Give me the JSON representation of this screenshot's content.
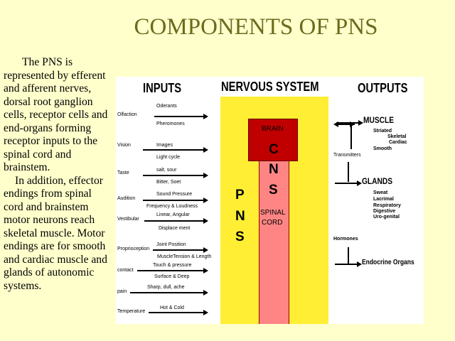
{
  "title": "COMPONENTS OF PNS",
  "body_paragraphs": [
    "The PNS is represented by efferent and afferent nerves, dorsal root ganglion cells, receptor cells and end-organs forming receptor inputs to the spinal cord and brainstem.",
    "In addition, effector endings from spinal cord and brainstem motor neurons reach skeletal muscle. Motor endings are for smooth and cardiac muscle and glands of autonomic systems."
  ],
  "diagram": {
    "inputs_heading": "INPUTS",
    "nervous_heading": "NERVOUS SYSTEM",
    "outputs_heading": "OUTPUTS",
    "brain_label": "BRAIN",
    "spinal_label_1": "SPINAL",
    "spinal_label_2": "CORD",
    "cns_letters": [
      "C",
      "N",
      "S"
    ],
    "pns_letters": [
      "P",
      "N",
      "S"
    ],
    "inputs": [
      {
        "sense": "Olfaction",
        "top": "Oderants",
        "bottom": "Pheromones"
      },
      {
        "sense": "Vision",
        "top": "Images",
        "bottom": "Light cycle"
      },
      {
        "sense": "Taste",
        "top": "salt, sour",
        "bottom": "Bitter, Soet"
      },
      {
        "sense": "Audition",
        "top": "Sound Pressure",
        "bottom": "Frequency & Loudness"
      },
      {
        "sense": "Vestibular",
        "top": "Linear, Angular",
        "bottom": "Displace ment"
      },
      {
        "sense": "Proprioception",
        "top": "Joint Position",
        "bottom": "MuscleTension & Length"
      },
      {
        "sense": "contact",
        "top": "Touch & pressure",
        "bottom": "Surface & Deep"
      },
      {
        "sense": "pain",
        "top": "Sharp, dull, ache",
        "bottom": ""
      },
      {
        "sense": "Temperature",
        "top": "Hot & Cold",
        "bottom": ""
      }
    ],
    "outputs": {
      "muscle": {
        "label": "MUSCLE",
        "items": [
          "Striated",
          "Skeletal",
          "Cardiac",
          "Smooth"
        ]
      },
      "transmitters": "Transmitters",
      "glands": {
        "label": "GLANDS",
        "items": [
          "Sweat",
          "Lacrimal",
          "Respiratory",
          "Digestive",
          "Uro-genital"
        ]
      },
      "hormones": "Hormones",
      "endocrine": "Endocrine Organs"
    }
  }
}
